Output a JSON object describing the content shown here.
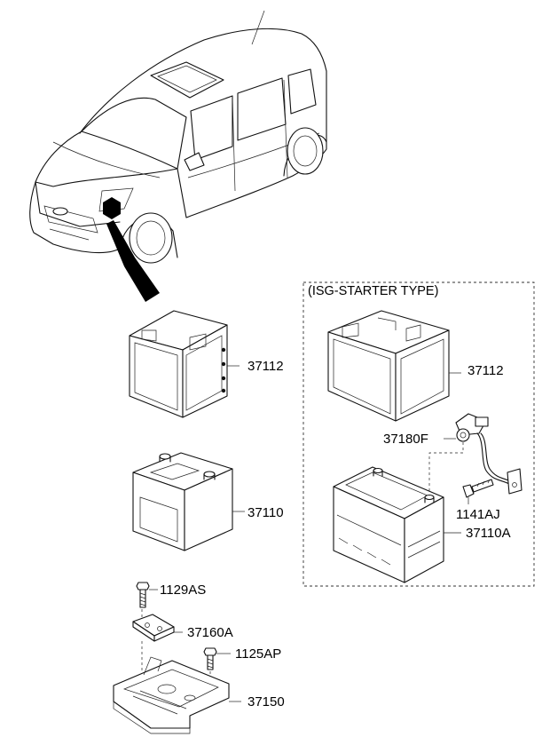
{
  "section_title": "(ISG-STARTER TYPE)",
  "parts": {
    "tray_cover_std": "37112",
    "battery_std": "37110",
    "bolt_1129": "1129AS",
    "bracket_clamp": "37160A",
    "bolt_1125": "1125AP",
    "battery_tray": "37150",
    "tray_cover_isg": "37112",
    "sensor_isg": "37180F",
    "bolt_1141": "1141AJ",
    "battery_isg": "37110A"
  }
}
